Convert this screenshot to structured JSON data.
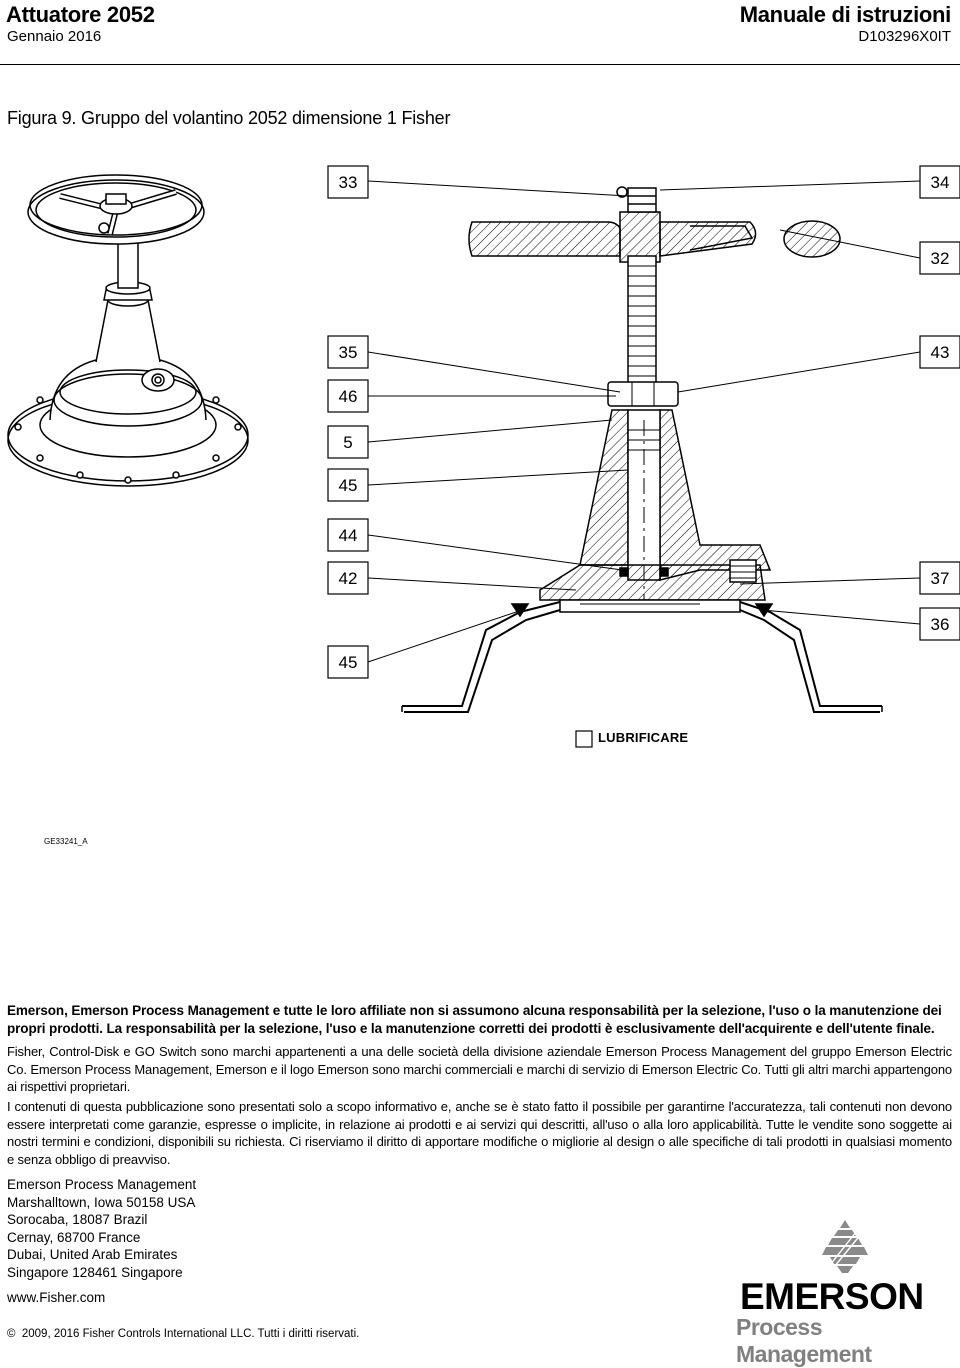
{
  "header": {
    "title": "Attuatore 2052",
    "date": "Gennaio 2016",
    "manual": "Manuale di istruzioni",
    "code": "D103296X0IT"
  },
  "figure": {
    "title": "Figura 9. Gruppo del volantino 2052 dimensione 1 Fisher",
    "callouts_left": [
      "33",
      "35",
      "46",
      "5",
      "45",
      "44",
      "42",
      "45"
    ],
    "callouts_right": [
      "34",
      "32",
      "43",
      "37",
      "36"
    ],
    "legend_label": "LUBRIFICARE",
    "figure_code": "GE33241_A"
  },
  "footer": {
    "disclaimer": "Emerson, Emerson Process Management e tutte le loro affiliate non si assumono alcuna responsabilità per la selezione, l'uso o la manutenzione dei propri prodotti. La responsabilità per la selezione, l'uso e la manutenzione corretti dei prodotti è esclusivamente dell'acquirente e dell'utente finale.",
    "trademarks": "Fisher, Control-Disk e GO Switch sono marchi appartenenti a una delle società della divisione aziendale Emerson Process Management del gruppo Emerson Electric Co. Emerson Process Management, Emerson e il logo Emerson sono marchi commerciali e marchi di servizio di Emerson Electric Co. Tutti gli altri marchi appartengono ai rispettivi proprietari.",
    "info": "I contenuti di questa pubblicazione sono presentati solo a scopo informativo e, anche se è stato fatto il possibile per garantirne l'accuratezza, tali contenuti non devono essere interpretati come garanzie, espresse o implicite, in relazione ai prodotti e ai servizi qui descritti, all'uso o alla loro applicabilità. Tutte le vendite sono soggette ai nostri termini e condizioni, disponibili su richiesta. Ci riserviamo il diritto di apportare modifiche o migliorie al design o alle specifiche di tali prodotti in qualsiasi momento e senza obbligo di preavviso.",
    "address": [
      "Emerson Process Management",
      "Marshalltown, Iowa 50158 USA",
      "Sorocaba, 18087 Brazil",
      "Cernay, 68700 France",
      "Dubai, United Arab Emirates",
      "Singapore 128461 Singapore"
    ],
    "website": "www.Fisher.com",
    "copyright": "2009, 2016 Fisher Controls International LLC. Tutti i diritti riservati.",
    "copyright_symbol": "©"
  },
  "logo": {
    "wordmark": "EMERSON",
    "subtitle": "Process Management"
  }
}
